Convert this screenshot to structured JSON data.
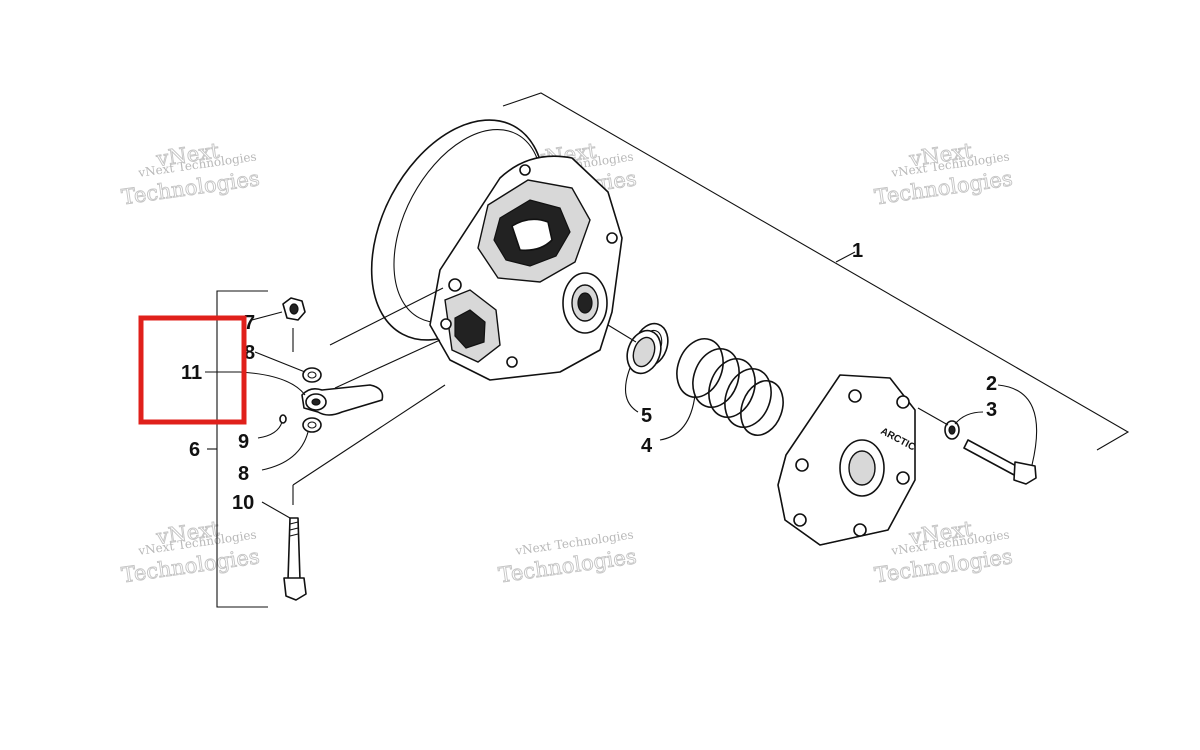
{
  "diagram": {
    "callouts": {
      "c1": "1",
      "c2": "2",
      "c3": "3",
      "c4": "4",
      "c5": "5",
      "c6": "6",
      "c7": "7",
      "c8a": "8",
      "c8b": "8",
      "c9": "9",
      "c10": "10",
      "c11": "11"
    },
    "plate_text": "ARCTIC",
    "highlight_color": "#e0201b"
  },
  "watermark": {
    "small": "vNext Technologies",
    "big": "Technologies",
    "top": "vNext"
  }
}
